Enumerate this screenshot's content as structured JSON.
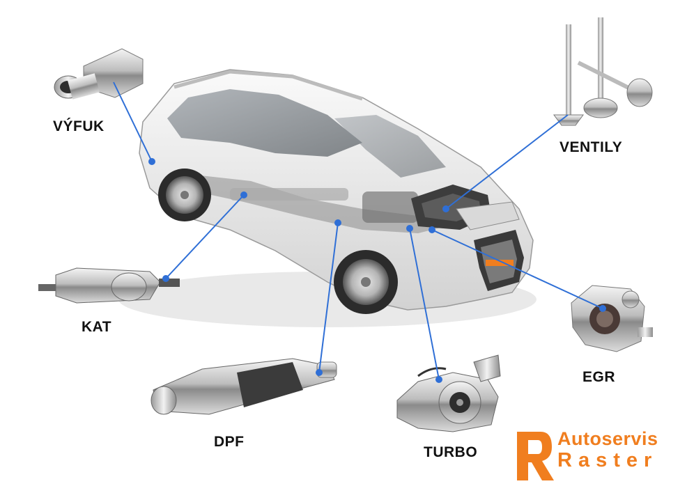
{
  "parts": {
    "exhaust": "VÝFUK",
    "valves": "VENTILY",
    "catalyst": "KAT",
    "egr": "EGR",
    "dpf": "DPF",
    "turbo": "TURBO"
  },
  "brand": {
    "name_line1": "Autoservis",
    "name_line2": "Raster",
    "color": "#f07e1f"
  },
  "colors": {
    "leader_line": "#2f6fd6"
  }
}
